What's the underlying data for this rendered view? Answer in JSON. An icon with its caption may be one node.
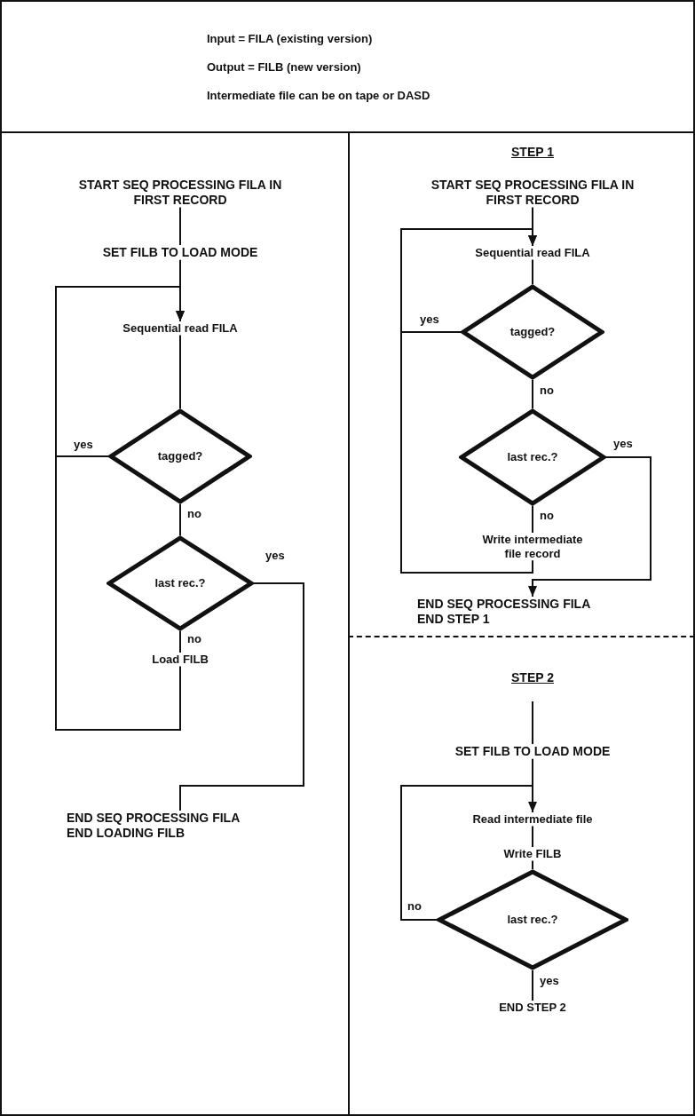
{
  "diagram": {
    "nodes": [
      {
        "text": [
          "Input = FILA (existing version)",
          "Output = FILB (new version)",
          "Intermediate file can be on tape or DASD"
        ]
      },
      {
        "text": [],
        "shape": "box"
      },
      {
        "text": [
          "STEP 1"
        ]
      },
      {
        "text": [
          "START SEQ PROCESSING FILA IN FIRST RECORD"
        ],
        "in": 1
      },
      {
        "text": [
          "SET FILB TO LOAD MODE"
        ],
        "in": 1
      },
      {
        "text": [
          "Sequential read FILA"
        ],
        "in": 1
      },
      {
        "text": [
          "tagged?"
        ],
        "in": 1
      },
      {
        "text": [
          "last rec.?"
        ],
        "in": 1
      },
      {
        "text": [
          "Load FILB"
        ],
        "in": 1
      },
      {
        "text": [
          "END SEQ PROCESSING FILA END LOADING FILB"
        ],
        "in": 1
      },
      {
        "text": [
          "START SEQ PROCESSING FILA IN FIRST RECORD"
        ],
        "in": 2
      },
      {
        "text": [
          "Sequential read FILA"
        ],
        "in": 2
      },
      {
        "text": [
          "tagged?"
        ],
        "in": 2
      },
      {
        "text": [
          "last rec.?"
        ],
        "in": 2
      },
      {
        "text": [
          "Write intermediate file record"
        ],
        "in": 2
      },
      {
        "text": [
          "END SEQ PROCESSING FILA END STEP 1"
        ],
        "in": 2
      },
      {
        "text": [
          "STEP 2"
        ]
      },
      {
        "text": [
          "SET FILB TO LOAD MODE"
        ],
        "in": 16
      },
      {
        "text": [
          "Read intermediate file"
        ],
        "in": 16
      },
      {
        "text": [
          "Write FILB"
        ],
        "in": 16
      },
      {
        "text": [
          "last rec.?"
        ],
        "in": 16
      },
      {
        "text": [
          "END STEP 2"
        ],
        "in": 16
      }
    ],
    "edges": [
      {
        "from": 3,
        "to": 4,
        "arrow": "none"
      },
      {
        "from": 4,
        "to": 5,
        "arrow": "none"
      },
      {
        "from": 5,
        "to": 6,
        "arrow": "none"
      },
      {
        "from": 6,
        "to": 7,
        "arrow": "none",
        "label": "no"
      },
      {
        "from": 6,
        "to": 5,
        "arrow": "to",
        "label": "yes"
      },
      {
        "from": 7,
        "to": 8,
        "arrow": "none",
        "label": "no"
      },
      {
        "from": 8,
        "to": 5,
        "arrow": "to"
      },
      {
        "from": 7,
        "to": 9,
        "arrow": "none",
        "label": "yes"
      },
      {
        "from": 10,
        "to": 11,
        "arrow": "none"
      },
      {
        "from": 11,
        "to": 12,
        "arrow": "none"
      },
      {
        "from": 12,
        "to": 13,
        "arrow": "none",
        "label": "no"
      },
      {
        "from": 12,
        "to": 11,
        "arrow": "to",
        "label": "yes"
      },
      {
        "from": 13,
        "to": 14,
        "arrow": "none",
        "label": "no"
      },
      {
        "from": 14,
        "to": 11,
        "arrow": "to"
      },
      {
        "from": 13,
        "to": 15,
        "arrow": "to",
        "label": "yes"
      },
      {
        "from": null,
        "to": 17,
        "arrow": "none"
      },
      {
        "from": 17,
        "to": 18,
        "arrow": "none"
      },
      {
        "from": 18,
        "to": 19,
        "arrow": "none"
      },
      {
        "from": 19,
        "to": 20,
        "arrow": "none"
      },
      {
        "from": 20,
        "to": 18,
        "arrow": "to",
        "label": "no"
      },
      {
        "from": 20,
        "to": 21,
        "arrow": "none",
        "label": "yes"
      }
    ]
  }
}
